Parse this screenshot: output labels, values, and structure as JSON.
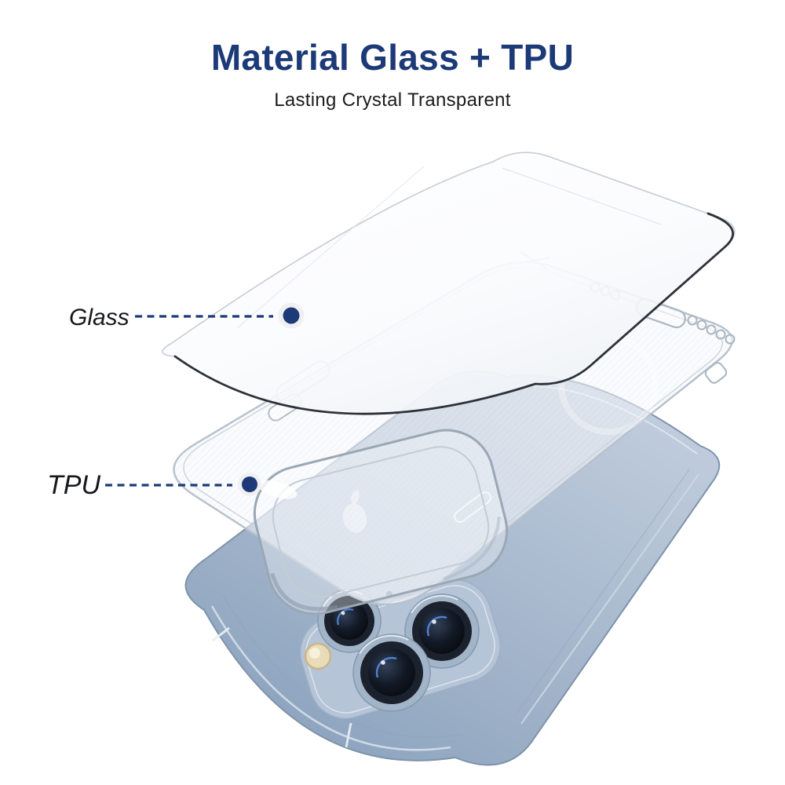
{
  "header": {
    "title": "Material Glass + TPU",
    "subtitle": "Lasting Crystal Transparent"
  },
  "callouts": [
    {
      "label": "Glass",
      "points_to": "glass-screen-protector"
    },
    {
      "label": "TPU",
      "points_to": "tpu-case"
    }
  ],
  "colors": {
    "accent_navy": "#1d3a78",
    "dot_halo": "#f0f0f3",
    "label_text": "#15171a",
    "phone_blue_light": "#bdcadc",
    "phone_blue_dark": "#8ba2bd",
    "camera_plate": "#b5c4d7",
    "case_outline": "#b7c1cc",
    "glass_edge": "#2d3138"
  }
}
